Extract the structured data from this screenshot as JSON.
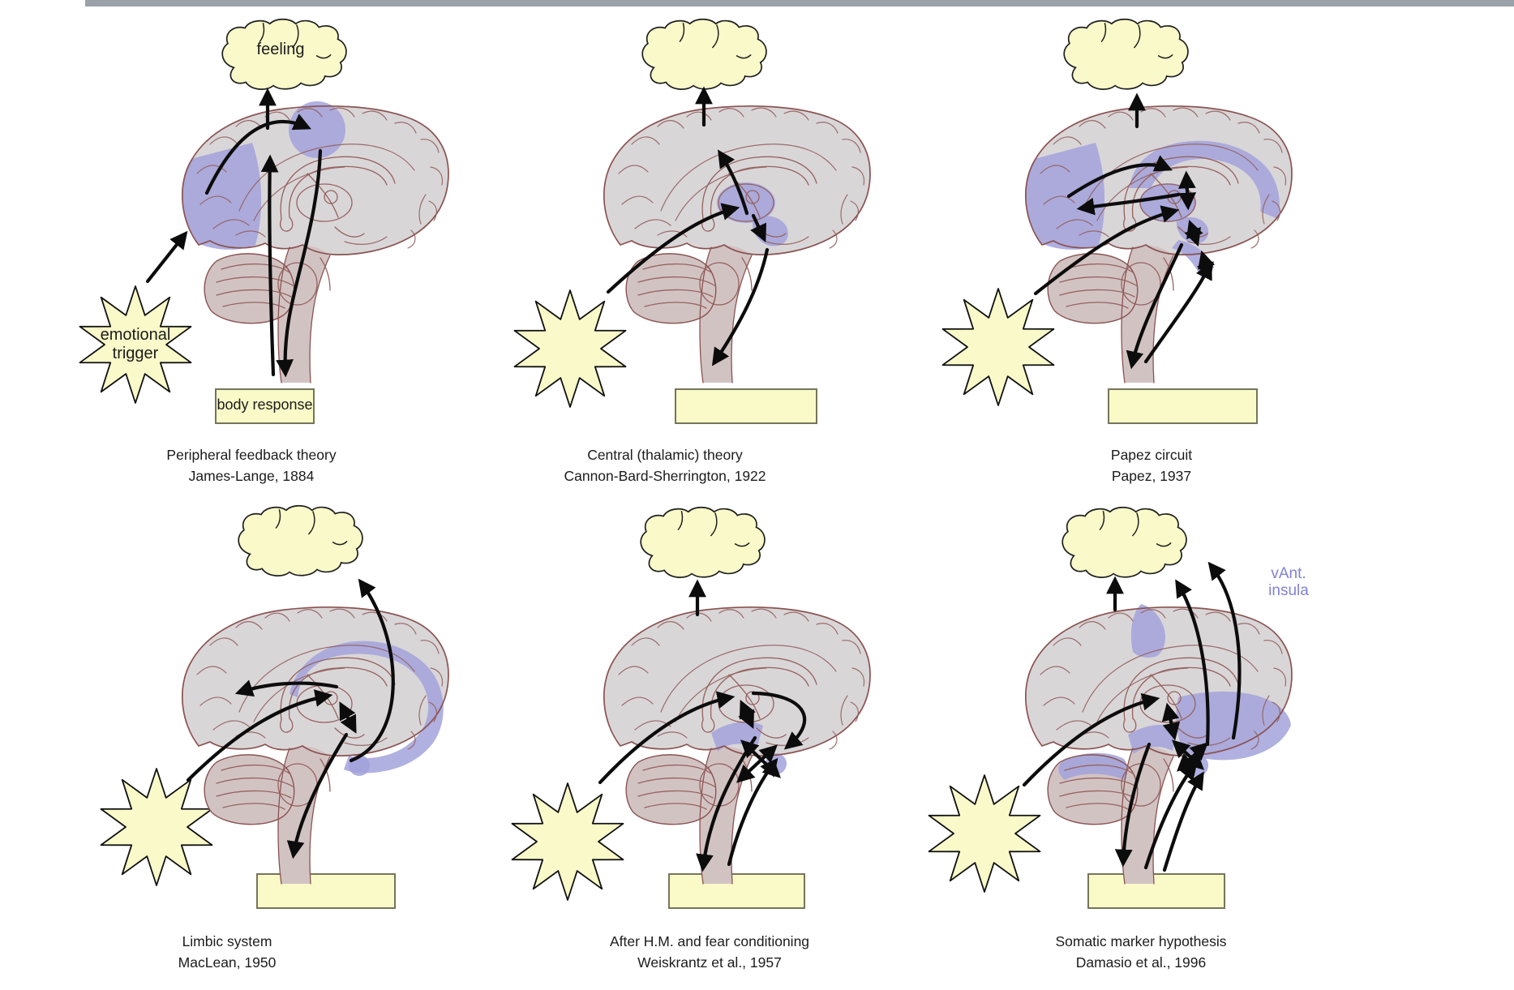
{
  "page": {
    "background": "#ffffff",
    "top_bar_color": "#9ba1a9",
    "highlight_color": "#a2a2dc",
    "shape_fill_color": "#f9f9c9",
    "annotation_color": "#8282d2"
  },
  "panels": [
    {
      "title": "Peripheral feedback theory",
      "subtitle": "James-Lange, 1884",
      "cloud_label": "feeling",
      "star_label_line1": "emotional",
      "star_label_line2": "trigger",
      "box_label": "body response",
      "highlighted_regions": [
        "occipital cortex",
        "somatosensory cortex"
      ]
    },
    {
      "title": "Central (thalamic) theory",
      "subtitle": "Cannon-Bard-Sherrington, 1922",
      "highlighted_regions": [
        "thalamus",
        "hypothalamus"
      ]
    },
    {
      "title": "Papez circuit",
      "subtitle": "Papez, 1937",
      "highlighted_regions": [
        "occipital cortex",
        "cingulate cortex",
        "thalamus",
        "hypothalamus",
        "hippocampus"
      ]
    },
    {
      "title": "Limbic system",
      "subtitle": "MacLean, 1950",
      "highlighted_regions": [
        "cingulate cortex",
        "parahippocampal gyrus",
        "temporal pole"
      ]
    },
    {
      "title": "After H.M. and fear conditioning",
      "subtitle": "Weiskrantz et al., 1957",
      "highlighted_regions": [
        "hypothalamus",
        "midbrain",
        "amygdala"
      ]
    },
    {
      "title": "Somatic marker hypothesis",
      "subtitle": "Damasio et al., 1996",
      "annotation_line1": "vAnt.",
      "annotation_line2": "insula",
      "highlighted_regions": [
        "somatosensory cortex",
        "ventromedial prefrontal cortex",
        "amygdala",
        "brainstem",
        "cerebellum"
      ]
    }
  ]
}
